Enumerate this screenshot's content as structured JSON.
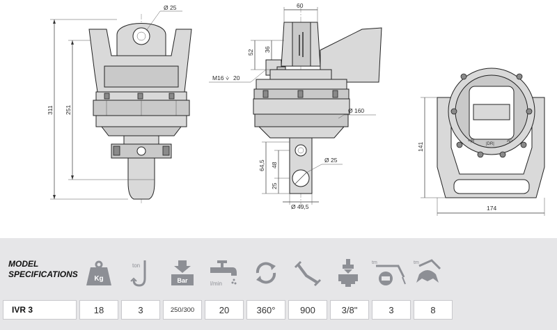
{
  "dimensions": {
    "pin_dia_top": "Ø 25",
    "total_height": "311",
    "body_height": "251",
    "width_top": "60",
    "dim_52": "52",
    "dim_36": "36",
    "thread": "M16",
    "thread_depth": "20",
    "body_dia": "Ø 160",
    "dim_64_5": "64,5",
    "dim_48": "48",
    "dim_25_small": "25",
    "pin_dia_bottom": "Ø 25",
    "shaft_dia": "Ø 49,5",
    "height_141": "141",
    "width_174": "174"
  },
  "specs": {
    "label_line1": "MODEL",
    "label_line2": "SPECIFICATIONS",
    "icons": [
      {
        "name": "weight-icon",
        "caption": "Kg"
      },
      {
        "name": "load-hook-icon",
        "caption": "ton"
      },
      {
        "name": "pressure-icon",
        "caption": "Bar"
      },
      {
        "name": "flow-tap-icon",
        "caption": "l/min"
      },
      {
        "name": "rotation-icon",
        "caption": ""
      },
      {
        "name": "torque-icon",
        "caption": ""
      },
      {
        "name": "port-connection-icon",
        "caption": ""
      },
      {
        "name": "tm-crane-icon",
        "caption": "tm"
      },
      {
        "name": "tm-grapple-icon",
        "caption": "tm"
      }
    ],
    "values": [
      "IVR 3",
      "18",
      "3",
      "250/300",
      "20",
      "360°",
      "900",
      "3/8\"",
      "3",
      "8"
    ]
  },
  "colors": {
    "panel_background": "#e6e6e8",
    "icon_gray": "#8d8f95",
    "value_background": "#ffffff"
  }
}
